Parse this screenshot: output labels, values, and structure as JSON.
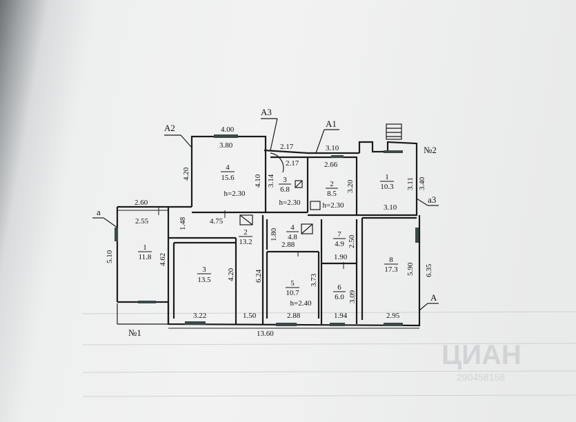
{
  "labels": {
    "a2": "A2",
    "a3_top": "A3",
    "a1": "A1",
    "no2": "№2",
    "a3_right": "a3",
    "a_left": "a",
    "a_right": "A",
    "no1": "№1"
  },
  "dims": {
    "d400": "4.00",
    "d380": "3.80",
    "d420_left": "4.20",
    "d410": "4.10",
    "d217_top": "2.17",
    "d217_in": "2.17",
    "d310_top": "3.10",
    "d266": "2.66",
    "d314": "3.14",
    "d320": "3.20",
    "d311": "3.11",
    "d340": "3.40",
    "d310_bot": "3.10",
    "d260": "2.60",
    "d255": "2.55",
    "d148": "1.48",
    "d475": "4.75",
    "d510": "5.10",
    "d462": "4.62",
    "d420_mid": "4.20",
    "d624": "6.24",
    "d180": "1.80",
    "d288_top": "2.88",
    "d250": "2.50",
    "d190": "1.90",
    "d373": "3.73",
    "d309": "3.09",
    "d590": "5.90",
    "d635": "6.35",
    "d322": "3.22",
    "d150": "1.50",
    "d288_bot": "2.88",
    "d194": "1.94",
    "d295": "2.95",
    "d1360": "13.60"
  },
  "rooms": [
    {
      "num": "4",
      "area": "15.6",
      "height": "h=2.30"
    },
    {
      "num": "3",
      "area": "6.8",
      "height": "h=2.30"
    },
    {
      "num": "2",
      "area": "8.5",
      "height": "h=2.30"
    },
    {
      "num": "1",
      "area": "10.3"
    },
    {
      "num": "1",
      "area": "11.8"
    },
    {
      "num": "2",
      "area": "13.2"
    },
    {
      "num": "3",
      "area": "13.5"
    },
    {
      "num": "4",
      "area": "4.8"
    },
    {
      "num": "7",
      "area": "4.9"
    },
    {
      "num": "8",
      "area": "17.3"
    },
    {
      "num": "5",
      "area": "10.7",
      "height": "h=2.40"
    },
    {
      "num": "6",
      "area": "6.0"
    }
  ],
  "watermark": {
    "brand": "ЦИАН",
    "number": "290458158"
  },
  "colors": {
    "ink": "#1a1a1a",
    "window": "#3a4a48",
    "paper": "#f2f2f2"
  }
}
